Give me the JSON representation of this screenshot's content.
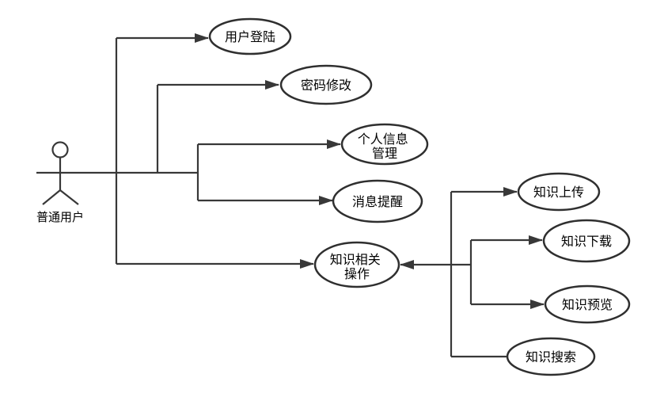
{
  "diagram": {
    "kind": "uml-use-case-diagram",
    "background": "#ffffff",
    "colors": {
      "line": "#383838",
      "ellipse_stroke": "#2f2f2f",
      "ellipse_fill": "#ffffff",
      "text": "#000000"
    },
    "actor": {
      "label": "普通用户"
    },
    "use_cases": [
      {
        "id": "user-login",
        "label": "用户登陆",
        "lines": [
          "用户登陆"
        ]
      },
      {
        "id": "password-change",
        "label": "密码修改",
        "lines": [
          "密码修改"
        ]
      },
      {
        "id": "profile-management",
        "label": "个人信息管理",
        "lines": [
          "个人信息",
          "管理"
        ]
      },
      {
        "id": "message-remind",
        "label": "消息提醒",
        "lines": [
          "消息提醒"
        ]
      },
      {
        "id": "knowledge-operations",
        "label": "知识相关操作",
        "lines": [
          "知识相关",
          "操作"
        ]
      },
      {
        "id": "knowledge-upload",
        "label": "知识上传",
        "lines": [
          "知识上传"
        ]
      },
      {
        "id": "knowledge-download",
        "label": "知识下载",
        "lines": [
          "知识下载"
        ]
      },
      {
        "id": "knowledge-preview",
        "label": "知识预览",
        "lines": [
          "知识预览"
        ]
      },
      {
        "id": "knowledge-search",
        "label": "知识搜索",
        "lines": [
          "知识搜索"
        ]
      }
    ],
    "edges": [
      {
        "from": "普通用户",
        "to": "用户登陆",
        "arrowhead_at": "用户登陆"
      },
      {
        "from": "普通用户",
        "to": "密码修改",
        "arrowhead_at": "密码修改"
      },
      {
        "from": "普通用户",
        "to": "个人信息管理",
        "arrowhead_at": "个人信息管理"
      },
      {
        "from": "普通用户",
        "to": "消息提醒",
        "arrowhead_at": "消息提醒"
      },
      {
        "from": "普通用户",
        "to": "知识相关操作",
        "arrowhead_at": "知识相关操作"
      },
      {
        "from": "知识相关操作",
        "to": "知识上传",
        "arrowhead_at": "知识上传"
      },
      {
        "from": "知识相关操作",
        "to": "知识下载",
        "arrowhead_at": "知识下载"
      },
      {
        "from": "知识相关操作",
        "to": "知识预览",
        "arrowhead_at": "知识预览"
      },
      {
        "from": "知识搜索",
        "to": "知识相关操作",
        "arrowhead_at": "知识相关操作"
      }
    ]
  }
}
